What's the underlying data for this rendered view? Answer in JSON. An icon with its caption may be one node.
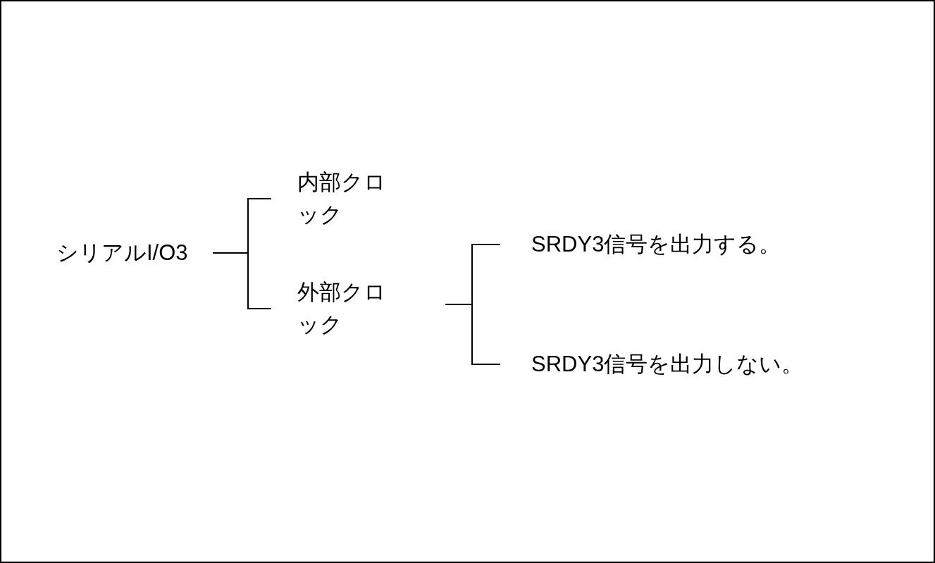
{
  "diagram": {
    "nodes": [
      {
        "text": [
          "シリアルI/O3"
        ]
      },
      {
        "text": [
          "内部クロック"
        ]
      },
      {
        "text": [
          "外部クロック"
        ]
      },
      {
        "text": [
          "SRDY3信号を出力する。"
        ]
      },
      {
        "text": [
          "SRDY3信号を出力しない。"
        ]
      }
    ],
    "edges": [
      {
        "from": 0,
        "to": 1,
        "arrow": "none"
      },
      {
        "from": 0,
        "to": 2,
        "arrow": "none"
      },
      {
        "from": 2,
        "to": 3,
        "arrow": "none"
      },
      {
        "from": 2,
        "to": 4,
        "arrow": "none"
      }
    ]
  }
}
